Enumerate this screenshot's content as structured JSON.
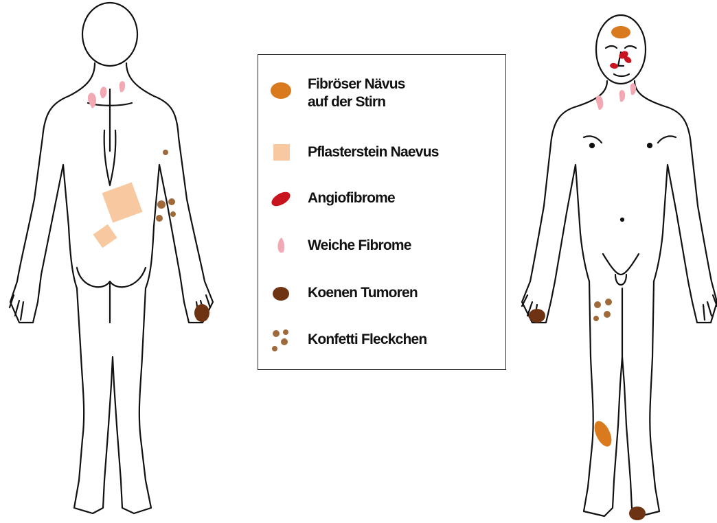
{
  "legend": {
    "items": [
      {
        "id": "fibrous-nevus",
        "lines": [
          "Fibröser Nävus",
          "auf der Stirn"
        ],
        "color": "#d97a1e",
        "shape": "circle"
      },
      {
        "id": "cobblestone-nevus",
        "lines": [
          "Pflasterstein Naevus"
        ],
        "color": "#f8c9a0",
        "shape": "square"
      },
      {
        "id": "angiofibroma",
        "lines": [
          "Angiofibrome"
        ],
        "color": "#c8141e",
        "shape": "ellipse"
      },
      {
        "id": "soft-fibroma",
        "lines": [
          "Weiche Fibrome"
        ],
        "color": "#f3a9b3",
        "shape": "teardrop"
      },
      {
        "id": "koenen-tumor",
        "lines": [
          "Koenen Tumoren"
        ],
        "color": "#6e3312",
        "shape": "blob"
      },
      {
        "id": "confetti-spots",
        "lines": [
          "Konfetti Fleckchen"
        ],
        "color": "#a0693a",
        "shape": "dots"
      }
    ]
  },
  "colors": {
    "outline": "#111111",
    "fibrous": "#d97a1e",
    "cobblestone": "#f8c9a0",
    "angiofibroma": "#c8141e",
    "soft_fibroma": "#f3a9b3",
    "koenen": "#6e3312",
    "confetti": "#a0693a"
  },
  "views": [
    "back-view",
    "front-view"
  ]
}
